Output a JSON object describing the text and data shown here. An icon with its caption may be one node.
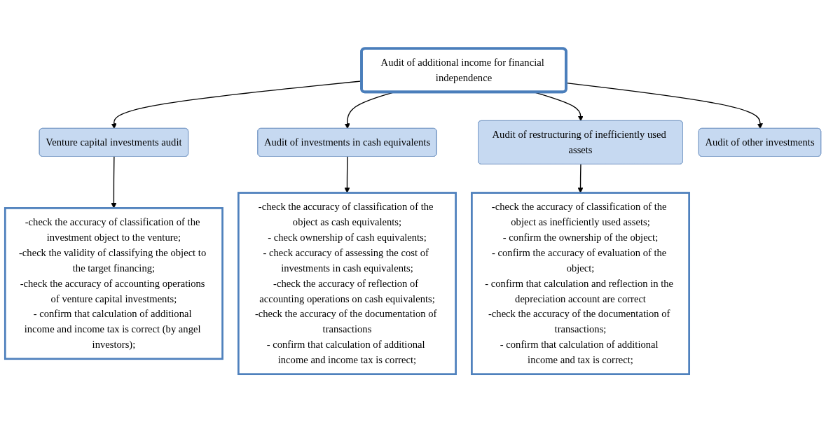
{
  "diagram": {
    "nodes": [
      {
        "text": [
          "Audit of additional income for financial independence"
        ]
      },
      {
        "text": [
          "Venture capital investments audit"
        ]
      },
      {
        "text": [
          "Audit of investments in cash equivalents"
        ]
      },
      {
        "text": [
          "Audit of restructuring of inefficiently used assets"
        ]
      },
      {
        "text": [
          "Audit of other investments"
        ]
      },
      {
        "text": [
          "-check the accuracy of classification of the investment object to the venture;",
          "-check the validity of classifying the object to the target financing;",
          "-check the accuracy of accounting operations of venture capital investments;",
          "- confirm that calculation of additional income and income tax is correct (by angel investors);"
        ]
      },
      {
        "text": [
          "-check the accuracy of classification of the object as cash equivalents;",
          "- check ownership of cash equivalents;",
          "- check accuracy of assessing the cost of investments in cash equivalents;",
          "-check the accuracy of reflection of accounting operations on cash equivalents;",
          "-check the accuracy of the documentation of transactions",
          "- confirm that calculation of additional income and income tax is correct;"
        ]
      },
      {
        "text": [
          "-check the accuracy of classification of the object as inefficiently used assets;",
          "- confirm the ownership of the object;",
          "- confirm the accuracy of evaluation of the object;",
          "- confirm that calculation and reflection in the depreciation account are correct",
          "-check the accuracy of the documentation of transactions;",
          "- confirm that calculation of additional income and tax is correct;"
        ]
      }
    ],
    "edges": [
      {
        "from": 0,
        "to": 1,
        "arrow": "to"
      },
      {
        "from": 0,
        "to": 2,
        "arrow": "to"
      },
      {
        "from": 0,
        "to": 3,
        "arrow": "to"
      },
      {
        "from": 0,
        "to": 4,
        "arrow": "to"
      },
      {
        "from": 1,
        "to": 5,
        "arrow": "to"
      },
      {
        "from": 2,
        "to": 6,
        "arrow": "to"
      },
      {
        "from": 3,
        "to": 7,
        "arrow": "to"
      }
    ]
  }
}
